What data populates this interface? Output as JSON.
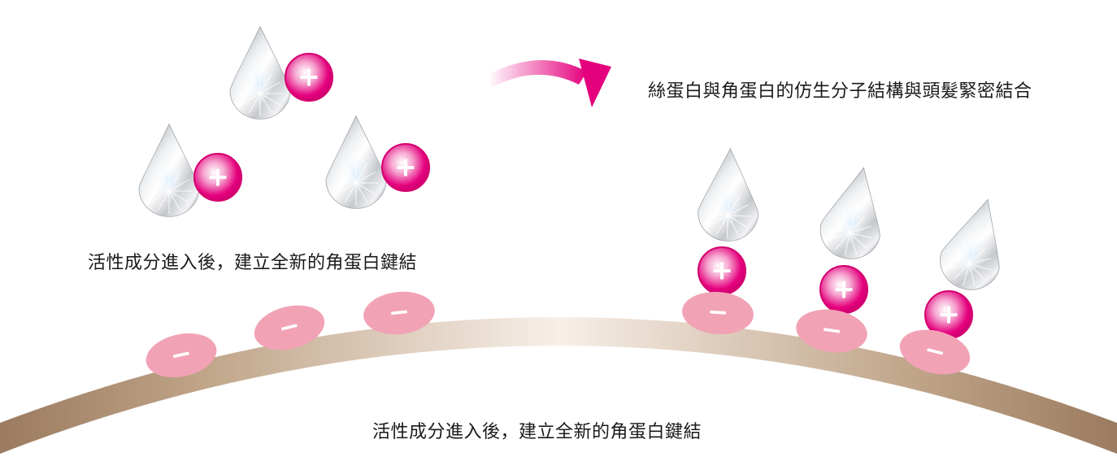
{
  "labels": {
    "top_right": "絲蛋白與角蛋白的仿生分子結構與頭髮緊密結合",
    "left": "活性成分進入後，建立全新的角蛋白鍵結",
    "bottom": "活性成分進入後，建立全新的角蛋白鍵結"
  },
  "symbols": {
    "positive": "+",
    "negative": "−"
  },
  "colors": {
    "magenta": "#e5007d",
    "pink_oval": "#f1a3b5",
    "hair_brown": "#a8896e",
    "hair_light": "#f4ebe3",
    "drop_silver": "#c9cacc"
  },
  "icons": {
    "drop": "silver-drop-icon",
    "positive_charge": "positive-charge-icon",
    "negative_charge": "negative-charge-icon",
    "arrow": "curved-arrow-icon"
  }
}
